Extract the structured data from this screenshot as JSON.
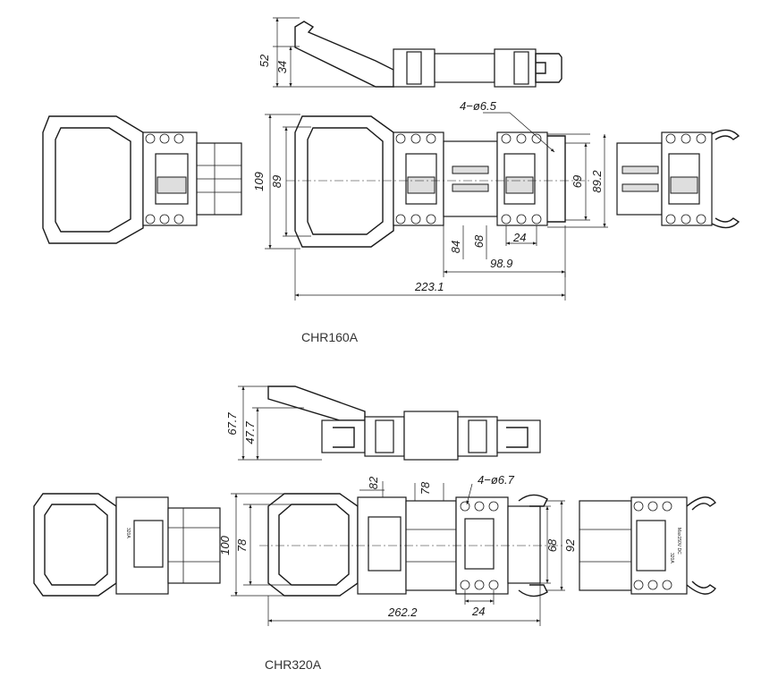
{
  "chr160": {
    "caption": "CHR160A",
    "dims": {
      "h52": "52",
      "h34": "34",
      "hole": "4−ø6.5",
      "h109": "109",
      "h89": "89",
      "h69": "69",
      "h89_2": "89.2",
      "d84": "84",
      "d68": "68",
      "d24": "24",
      "w98_9": "98.9",
      "w223_1": "223.1"
    }
  },
  "chr320": {
    "caption": "CHR320A",
    "dims": {
      "h67_7": "67.7",
      "h47_7": "47.7",
      "d82": "82",
      "d78": "78",
      "hole": "4−ø6.7",
      "h100": "100",
      "h78": "78",
      "h68": "68",
      "h92": "92",
      "d24": "24",
      "w262_2": "262.2"
    },
    "rating_label": "320A",
    "voltage_label": "Max150V DC"
  }
}
